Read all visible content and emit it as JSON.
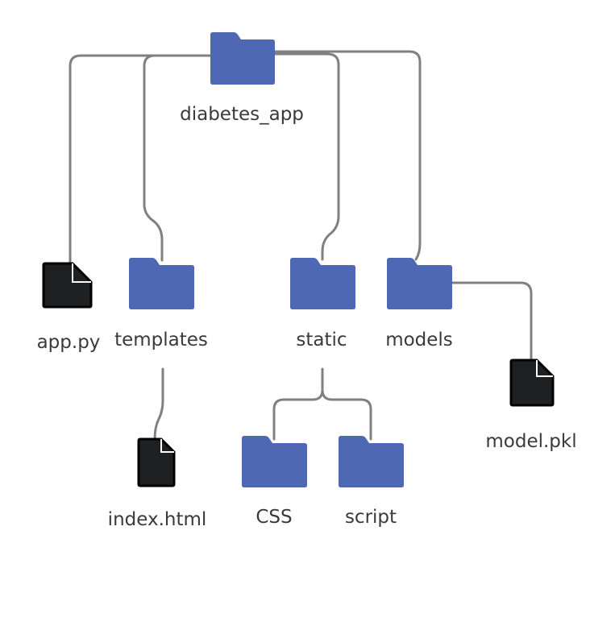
{
  "tree": {
    "root": {
      "label": "diabetes_app",
      "icon": "folder-icon"
    },
    "nodes": [
      {
        "id": "app_py",
        "label": "app.py",
        "icon": "file-icon"
      },
      {
        "id": "templates",
        "label": "templates",
        "icon": "folder-icon"
      },
      {
        "id": "static",
        "label": "static",
        "icon": "folder-icon"
      },
      {
        "id": "models",
        "label": "models",
        "icon": "folder-icon"
      },
      {
        "id": "index_html",
        "label": "index.html",
        "icon": "file-icon"
      },
      {
        "id": "css",
        "label": "CSS",
        "icon": "folder-icon"
      },
      {
        "id": "script",
        "label": "script",
        "icon": "folder-icon"
      },
      {
        "id": "model_pkl",
        "label": "model.pkl",
        "icon": "file-icon"
      }
    ]
  },
  "colors": {
    "folder": "#4f68b3",
    "file": "#1f2022",
    "line": "#808080",
    "text": "#3a3a3a"
  }
}
